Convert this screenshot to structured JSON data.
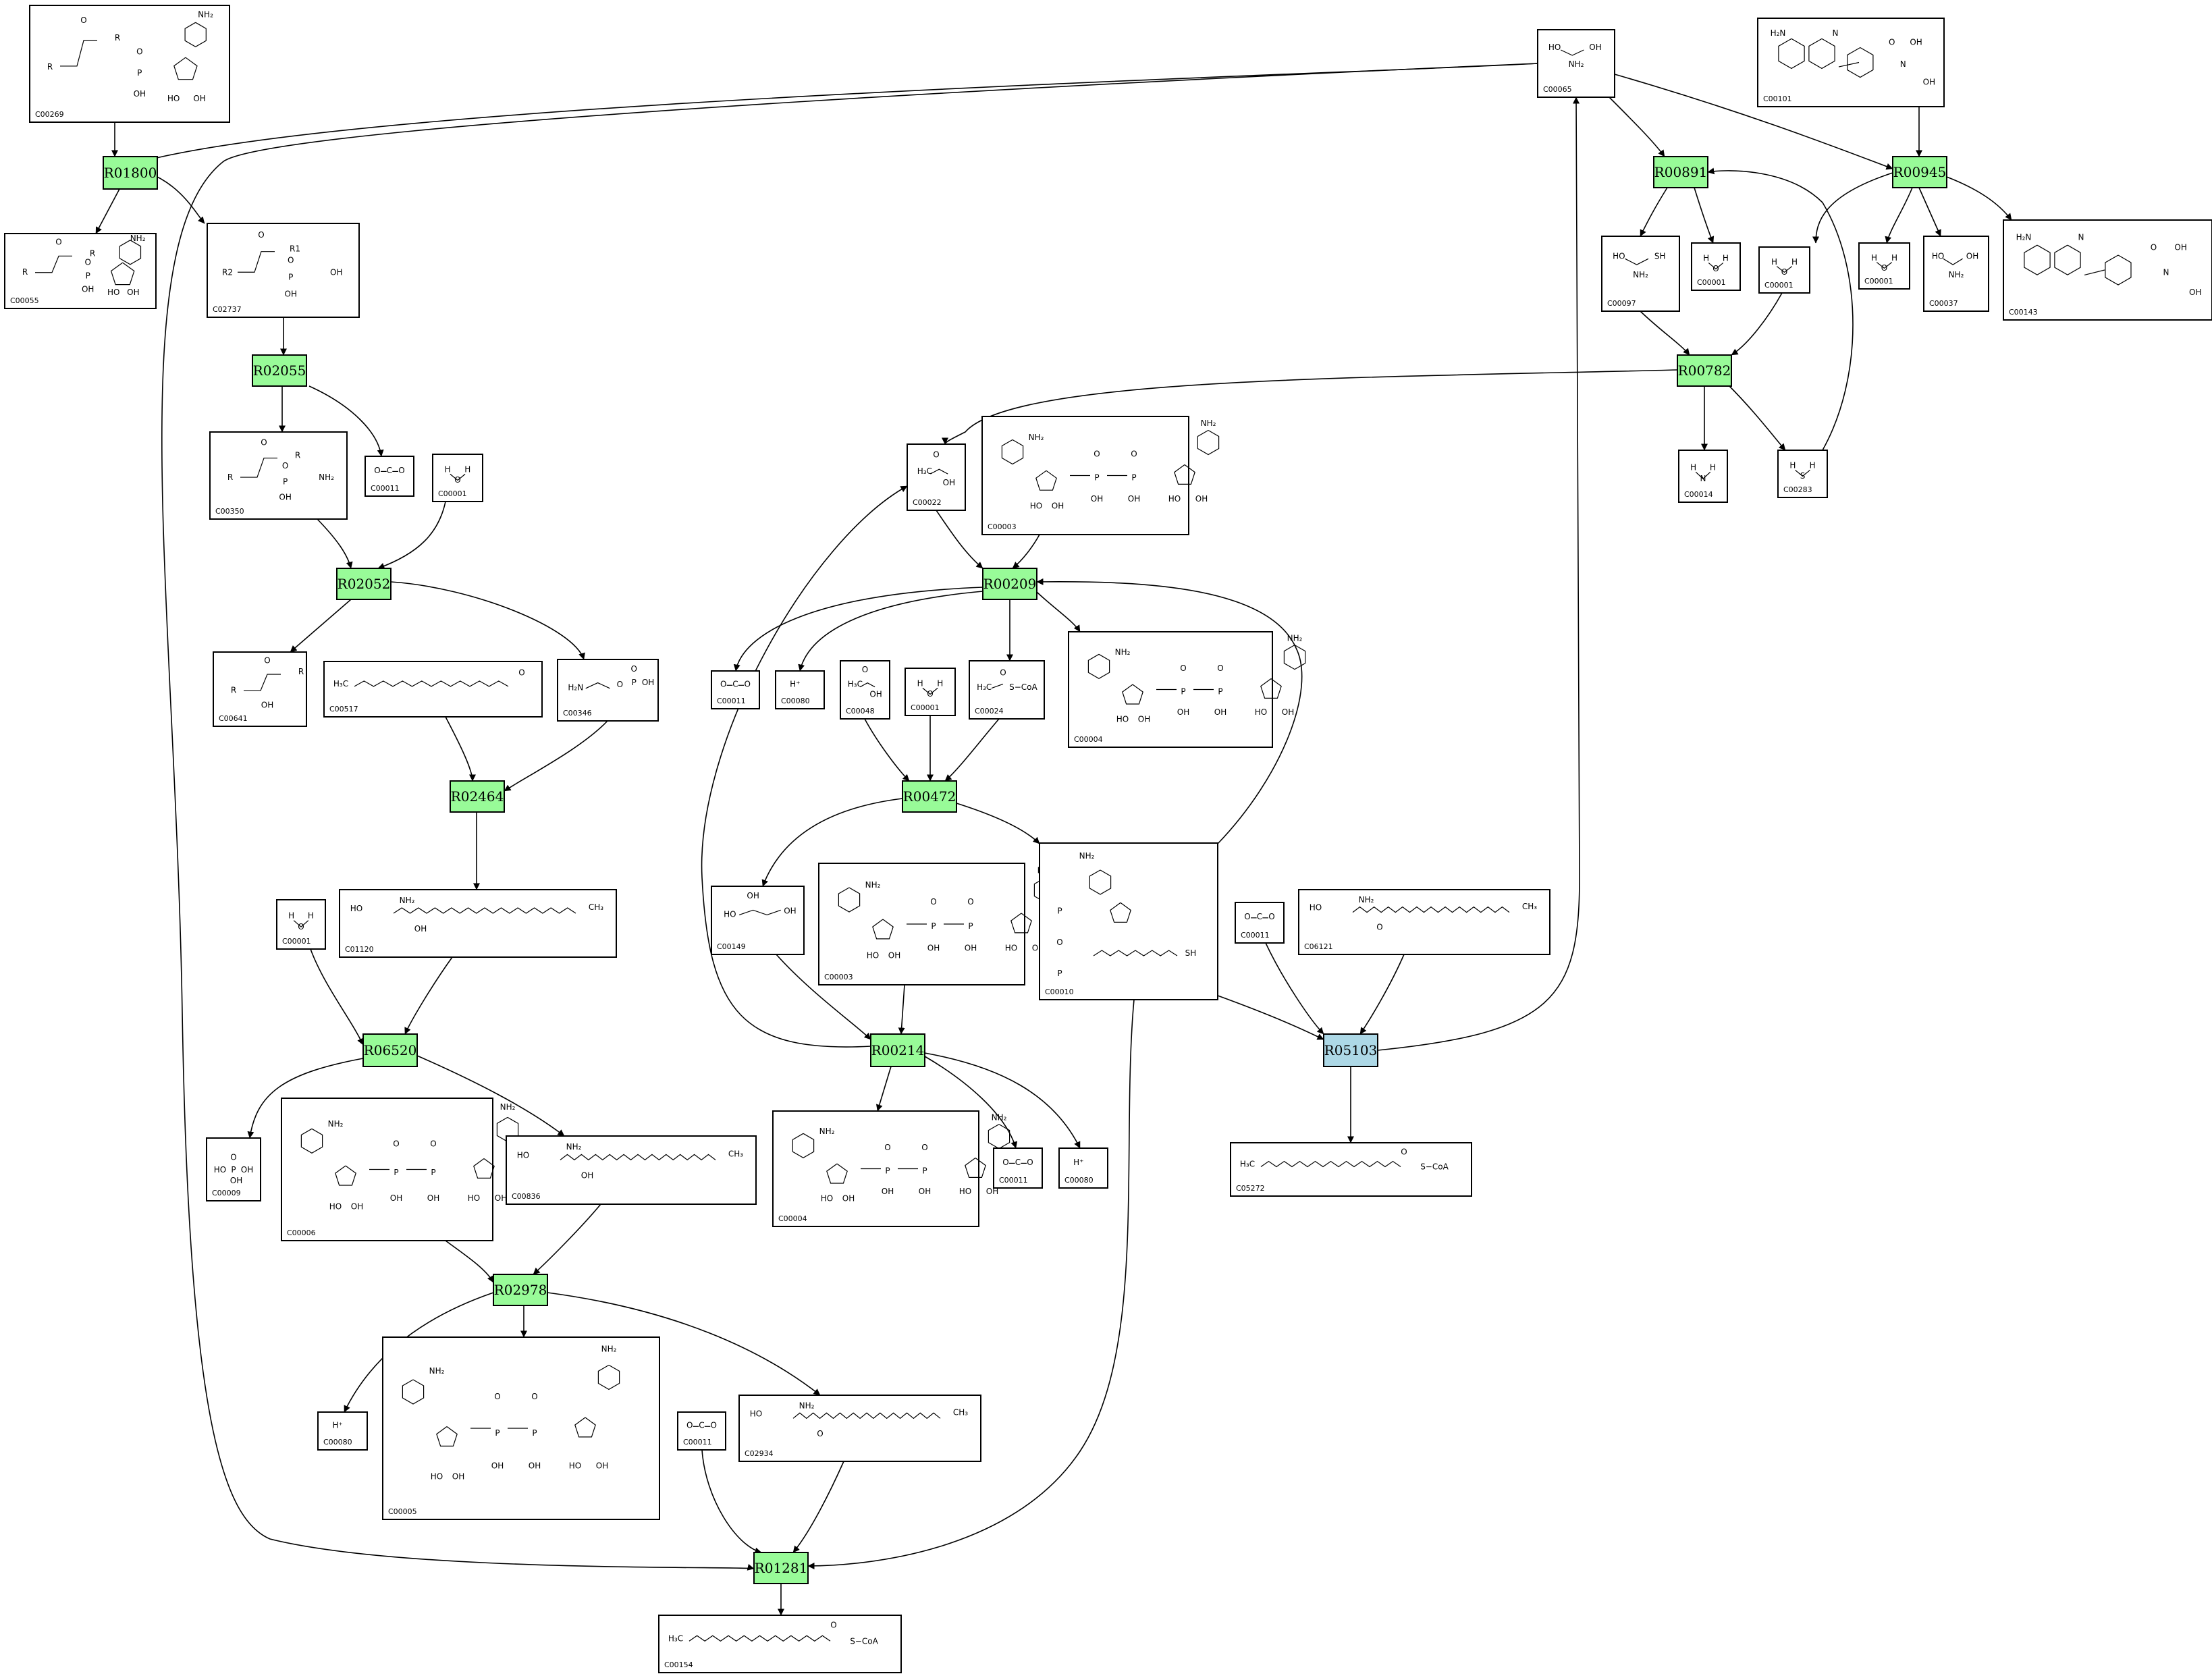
{
  "colors": {
    "reaction_fill": "#98fb98",
    "highlight_reaction_fill": "#add8e6",
    "stroke": "#000000",
    "background": "#ffffff"
  },
  "reactions": [
    {
      "id": "R01800",
      "highlight": false
    },
    {
      "id": "R02055",
      "highlight": false
    },
    {
      "id": "R02052",
      "highlight": false
    },
    {
      "id": "R02464",
      "highlight": false
    },
    {
      "id": "R06520",
      "highlight": false
    },
    {
      "id": "R02978",
      "highlight": false
    },
    {
      "id": "R01281",
      "highlight": false
    },
    {
      "id": "R00209",
      "highlight": false
    },
    {
      "id": "R00472",
      "highlight": false
    },
    {
      "id": "R00214",
      "highlight": false
    },
    {
      "id": "R00891",
      "highlight": false
    },
    {
      "id": "R00945",
      "highlight": false
    },
    {
      "id": "R00782",
      "highlight": false
    },
    {
      "id": "R05103",
      "highlight": true
    }
  ],
  "compounds": [
    {
      "key": "c00269",
      "id": "C00269",
      "kind": "lipid-cdp"
    },
    {
      "key": "c00065",
      "id": "C00065",
      "kind": "serine"
    },
    {
      "key": "c00101",
      "id": "C00101",
      "kind": "thf"
    },
    {
      "key": "c00055",
      "id": "C00055",
      "kind": "cmp"
    },
    {
      "key": "c02737",
      "id": "C02737",
      "kind": "ps"
    },
    {
      "key": "c00350",
      "id": "C00350",
      "kind": "pe"
    },
    {
      "key": "c00011_a",
      "id": "C00011",
      "kind": "co2"
    },
    {
      "key": "c00001_a",
      "id": "C00001",
      "kind": "water"
    },
    {
      "key": "c00641",
      "id": "C00641",
      "kind": "dag"
    },
    {
      "key": "c00517",
      "id": "C00517",
      "kind": "aldehyde"
    },
    {
      "key": "c00346",
      "id": "C00346",
      "kind": "etnp"
    },
    {
      "key": "c00001_b",
      "id": "C00001",
      "kind": "water"
    },
    {
      "key": "c01120",
      "id": "C01120",
      "kind": "sphinganine-p"
    },
    {
      "key": "c00009",
      "id": "C00009",
      "kind": "pi"
    },
    {
      "key": "c00006",
      "id": "C00006",
      "kind": "nadp"
    },
    {
      "key": "c00836",
      "id": "C00836",
      "kind": "sphinganine"
    },
    {
      "key": "c00080_a",
      "id": "C00080",
      "kind": "proton"
    },
    {
      "key": "c00005",
      "id": "C00005",
      "kind": "nadph"
    },
    {
      "key": "c00011_b",
      "id": "C00011",
      "kind": "co2"
    },
    {
      "key": "c02934",
      "id": "C02934",
      "kind": "ketosphinganine"
    },
    {
      "key": "c00154",
      "id": "C00154",
      "kind": "palmitoyl-coa"
    },
    {
      "key": "c00022",
      "id": "C00022",
      "kind": "pyruvate"
    },
    {
      "key": "c00003_a",
      "id": "C00003",
      "kind": "nad"
    },
    {
      "key": "c00011_c",
      "id": "C00011",
      "kind": "co2"
    },
    {
      "key": "c00080_b",
      "id": "C00080",
      "kind": "proton"
    },
    {
      "key": "c00048",
      "id": "C00048",
      "kind": "glyoxylate"
    },
    {
      "key": "c00001_c",
      "id": "C00001",
      "kind": "water"
    },
    {
      "key": "c00024",
      "id": "C00024",
      "kind": "acetyl-coa"
    },
    {
      "key": "c00004_a",
      "id": "C00004",
      "kind": "nadh"
    },
    {
      "key": "c00149",
      "id": "C00149",
      "kind": "malate"
    },
    {
      "key": "c00003_b",
      "id": "C00003",
      "kind": "nad"
    },
    {
      "key": "c00010",
      "id": "C00010",
      "kind": "coa"
    },
    {
      "key": "c00004_b",
      "id": "C00004",
      "kind": "nadh"
    },
    {
      "key": "c00011_d",
      "id": "C00011",
      "kind": "co2"
    },
    {
      "key": "c00080_c",
      "id": "C00080",
      "kind": "proton"
    },
    {
      "key": "c00011_e",
      "id": "C00011",
      "kind": "co2"
    },
    {
      "key": "c06121",
      "id": "C06121",
      "kind": "ketosphingosine"
    },
    {
      "key": "c05272",
      "id": "C05272",
      "kind": "enoyl-coa"
    },
    {
      "key": "c00097",
      "id": "C00097",
      "kind": "cysteine"
    },
    {
      "key": "c00001_d",
      "id": "C00001",
      "kind": "water"
    },
    {
      "key": "c00001_e",
      "id": "C00001",
      "kind": "water"
    },
    {
      "key": "c00014",
      "id": "C00014",
      "kind": "ammonia"
    },
    {
      "key": "c00283",
      "id": "C00283",
      "kind": "h2s"
    },
    {
      "key": "c00001_f",
      "id": "C00001",
      "kind": "water"
    },
    {
      "key": "c00037",
      "id": "C00037",
      "kind": "glycine"
    },
    {
      "key": "c00143",
      "id": "C00143",
      "kind": "methylene-thf"
    }
  ],
  "structure_labels": {
    "nh2": "NH₂",
    "oh": "OH",
    "ho": "HO",
    "o": "O",
    "p": "P",
    "n": "N",
    "s": "S",
    "h": "H",
    "r": "R",
    "r1": "R1",
    "r2": "R2",
    "sh": "SH",
    "h2n": "H₂N",
    "h3c": "H₃C",
    "ch3": "CH₃",
    "s_coa": "S−CoA",
    "h_plus": "H⁺",
    "c": "C"
  }
}
